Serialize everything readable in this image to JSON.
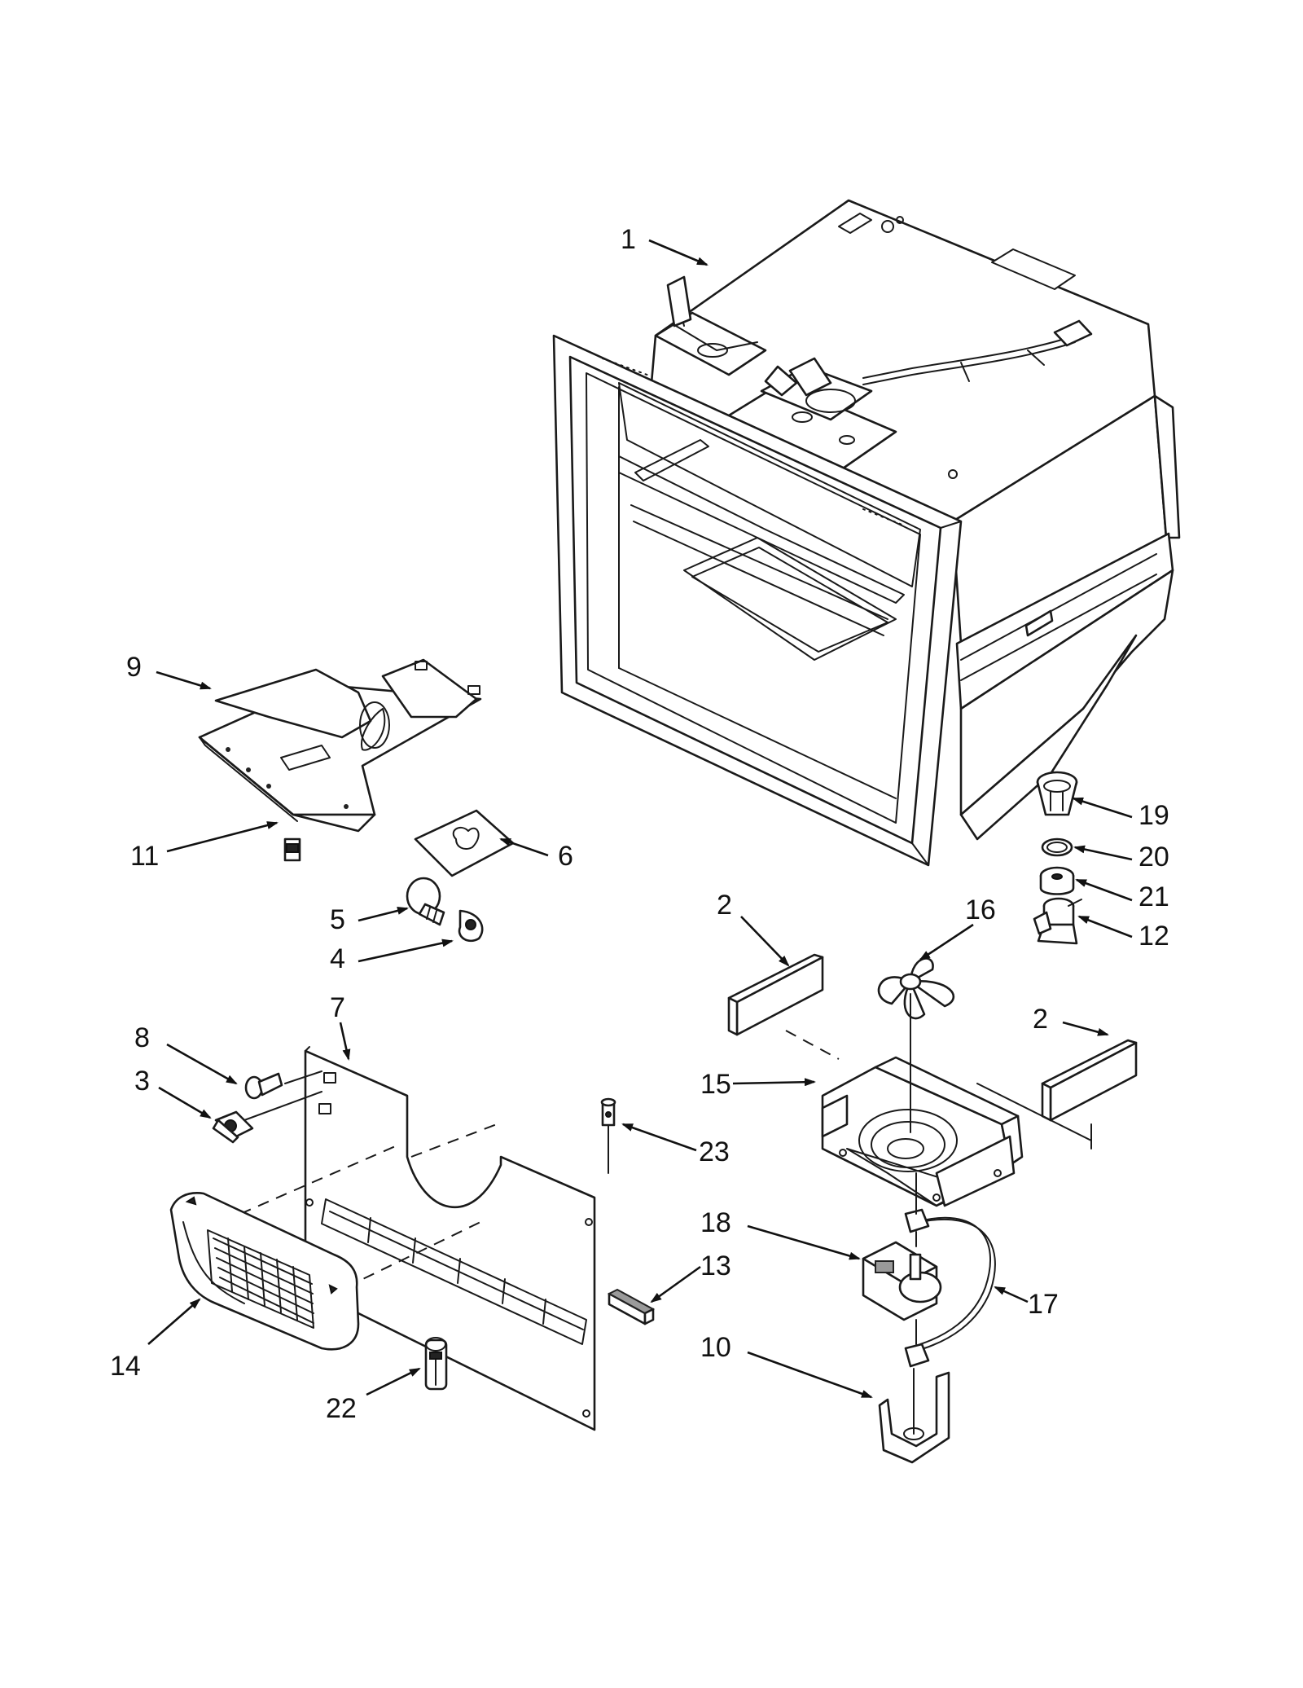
{
  "diagram": {
    "callouts": [
      {
        "id": "1",
        "label": "1"
      },
      {
        "id": "2a",
        "label": "2"
      },
      {
        "id": "2b",
        "label": "2"
      },
      {
        "id": "3",
        "label": "3"
      },
      {
        "id": "4",
        "label": "4"
      },
      {
        "id": "5",
        "label": "5"
      },
      {
        "id": "6",
        "label": "6"
      },
      {
        "id": "7",
        "label": "7"
      },
      {
        "id": "8",
        "label": "8"
      },
      {
        "id": "9",
        "label": "9"
      },
      {
        "id": "10",
        "label": "10"
      },
      {
        "id": "11",
        "label": "11"
      },
      {
        "id": "12",
        "label": "12"
      },
      {
        "id": "13",
        "label": "13"
      },
      {
        "id": "14",
        "label": "14"
      },
      {
        "id": "15",
        "label": "15"
      },
      {
        "id": "16",
        "label": "16"
      },
      {
        "id": "17",
        "label": "17"
      },
      {
        "id": "18",
        "label": "18"
      },
      {
        "id": "19",
        "label": "19"
      },
      {
        "id": "20",
        "label": "20"
      },
      {
        "id": "21",
        "label": "21"
      },
      {
        "id": "22",
        "label": "22"
      },
      {
        "id": "23",
        "label": "23"
      }
    ],
    "colors": {
      "line": "#1a1a1a",
      "background": "#ffffff"
    }
  }
}
